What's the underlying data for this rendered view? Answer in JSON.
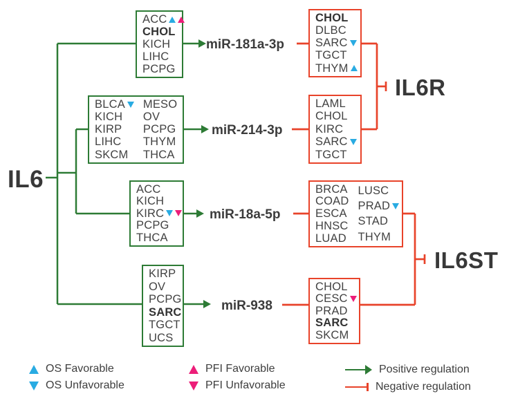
{
  "nodes": {
    "il6": "IL6",
    "il6r": "IL6R",
    "il6st": "IL6ST"
  },
  "mirnas": [
    {
      "label": "miR-181a-3p"
    },
    {
      "label": "miR-214-3p"
    },
    {
      "label": "miR-18a-5p"
    },
    {
      "label": "miR-938"
    }
  ],
  "green_boxes": [
    {
      "columns": [
        [
          {
            "code": "ACC",
            "markers": [
              "os-favorable",
              "pfi-favorable"
            ]
          },
          {
            "code": "CHOL",
            "bold": true
          },
          {
            "code": "KICH"
          },
          {
            "code": "LIHC"
          },
          {
            "code": "PCPG"
          }
        ]
      ]
    },
    {
      "columns": [
        [
          {
            "code": "BLCA",
            "markers": [
              "os-unfavorable"
            ]
          },
          {
            "code": "KICH"
          },
          {
            "code": "KIRP"
          },
          {
            "code": "LIHC"
          },
          {
            "code": "SKCM"
          }
        ],
        [
          {
            "code": "MESO"
          },
          {
            "code": "OV"
          },
          {
            "code": "PCPG"
          },
          {
            "code": "THYM"
          },
          {
            "code": "THCA"
          }
        ]
      ]
    },
    {
      "columns": [
        [
          {
            "code": "ACC"
          },
          {
            "code": "KICH"
          },
          {
            "code": "KIRC",
            "markers": [
              "os-unfavorable",
              "pfi-unfavorable"
            ]
          },
          {
            "code": "PCPG"
          },
          {
            "code": "THCA"
          }
        ]
      ]
    },
    {
      "columns": [
        [
          {
            "code": "KIRP"
          },
          {
            "code": "OV"
          },
          {
            "code": "PCPG"
          },
          {
            "code": "SARC",
            "bold": true
          },
          {
            "code": "TGCT"
          },
          {
            "code": "UCS"
          }
        ]
      ]
    }
  ],
  "red_boxes": [
    {
      "columns": [
        [
          {
            "code": "CHOL",
            "bold": true
          },
          {
            "code": "DLBC"
          },
          {
            "code": "SARC",
            "markers": [
              "os-unfavorable"
            ]
          },
          {
            "code": "TGCT"
          },
          {
            "code": "THYM",
            "markers": [
              "os-favorable"
            ]
          }
        ]
      ]
    },
    {
      "columns": [
        [
          {
            "code": "LAML"
          },
          {
            "code": "CHOL"
          },
          {
            "code": "KIRC"
          },
          {
            "code": "SARC",
            "markers": [
              "os-unfavorable"
            ]
          },
          {
            "code": "TGCT"
          }
        ]
      ]
    },
    {
      "columns": [
        [
          {
            "code": "BRCA"
          },
          {
            "code": "COAD"
          },
          {
            "code": "ESCA"
          },
          {
            "code": "HNSC"
          },
          {
            "code": "LUAD"
          }
        ],
        [
          {
            "code": "LUSC"
          },
          {
            "code": "PRAD",
            "markers": [
              "os-unfavorable"
            ]
          },
          {
            "code": "STAD"
          },
          {
            "code": "THYM"
          }
        ]
      ]
    },
    {
      "columns": [
        [
          {
            "code": "CHOL"
          },
          {
            "code": "CESC",
            "markers": [
              "pfi-unfavorable"
            ]
          },
          {
            "code": "PRAD"
          },
          {
            "code": "SARC",
            "bold": true
          },
          {
            "code": "SKCM"
          }
        ]
      ]
    }
  ],
  "legend": {
    "items": [
      {
        "marker": "os-favorable",
        "label": "OS Favorable"
      },
      {
        "marker": "os-unfavorable",
        "label": "OS Unfavorable"
      },
      {
        "marker": "pfi-favorable",
        "label": "PFI Favorable"
      },
      {
        "marker": "pfi-unfavorable",
        "label": "PFI Unfavorable"
      },
      {
        "marker": "positive-regulation",
        "label": "Positive regulation"
      },
      {
        "marker": "negative-regulation",
        "label": "Negative regulation"
      }
    ]
  },
  "colors": {
    "positive_regulation": "#2d7b35",
    "negative_regulation": "#e8432a",
    "os_marker": "#29abe2",
    "pfi_marker": "#ec1e79",
    "text": "#3e3e3e"
  }
}
